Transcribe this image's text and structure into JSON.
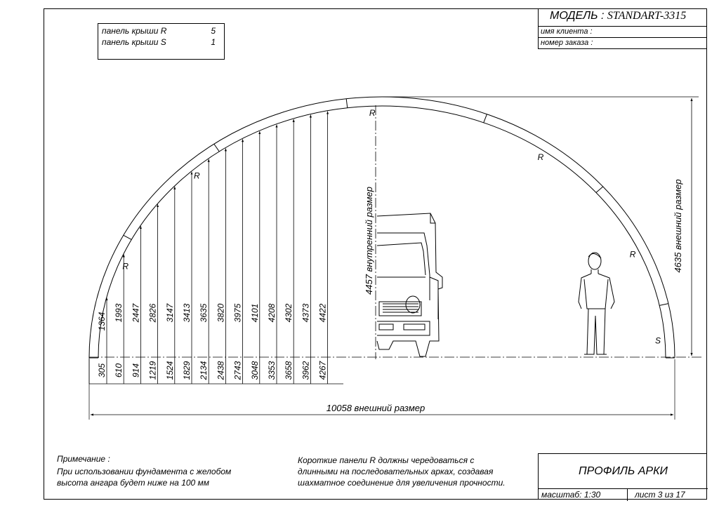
{
  "title_block": {
    "model_label": "МОДЕЛЬ :",
    "model_value": "STANDART-3315",
    "client_label": "имя клиента :",
    "order_label": "номер заказа :"
  },
  "panels": [
    {
      "label": "панель крыши R",
      "count": "5"
    },
    {
      "label": "панель крыши S",
      "count": "1"
    }
  ],
  "arch": {
    "panel_labels": [
      "R",
      "R",
      "R",
      "R",
      "R",
      "S"
    ],
    "offsets": [
      "305",
      "610",
      "914",
      "1219",
      "1524",
      "1829",
      "2134",
      "2438",
      "2743",
      "3048",
      "3353",
      "3658",
      "3962",
      "4267"
    ],
    "heights": [
      "1364",
      "1993",
      "2447",
      "2826",
      "3147",
      "3413",
      "3635",
      "3820",
      "3975",
      "4101",
      "4208",
      "4302",
      "4373",
      "4422"
    ],
    "inner_height_label": "4457 внутренний размер",
    "outer_height_label": "4635 внешний размер",
    "outer_width_label": "10058 внешний размер"
  },
  "notes": {
    "left_title": "Примечание :",
    "left_line1": "При использовании фундамента с желобом",
    "left_line2": "высота ангара будет ниже на 100 мм",
    "right_line1": "Короткие панели R должны чередоваться с",
    "right_line2": "длинными на последовательных арках, создавая",
    "right_line3": "шахматное соединение для увеличения прочности."
  },
  "bottom_block": {
    "title": "ПРОФИЛЬ АРКИ",
    "scale": "масштаб: 1:30",
    "sheet": "лист 3 из 17"
  }
}
